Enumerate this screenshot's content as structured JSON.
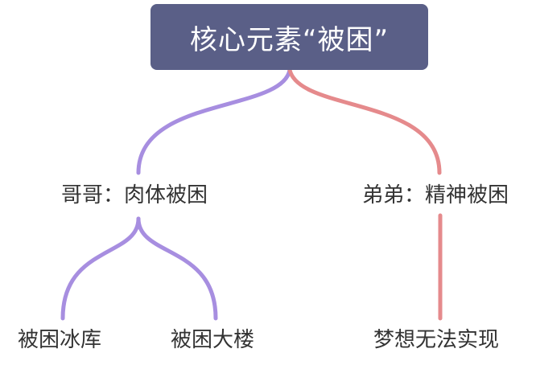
{
  "colors": {
    "background": "#ffffff",
    "root_fill": "#5a5f87",
    "root_text": "#ffffff",
    "purple_branch": "#a78ee0",
    "red_branch": "#e58a8c",
    "node_text": "#333333"
  },
  "root": {
    "label": "核心元素“被困”"
  },
  "branches": {
    "brother": {
      "label": "哥哥：肉体被困",
      "children": [
        {
          "label": "被困冰库"
        },
        {
          "label": "被困大楼"
        }
      ]
    },
    "younger_brother": {
      "label": "弟弟：精神被困",
      "children": [
        {
          "label": "梦想无法实现"
        }
      ]
    }
  }
}
